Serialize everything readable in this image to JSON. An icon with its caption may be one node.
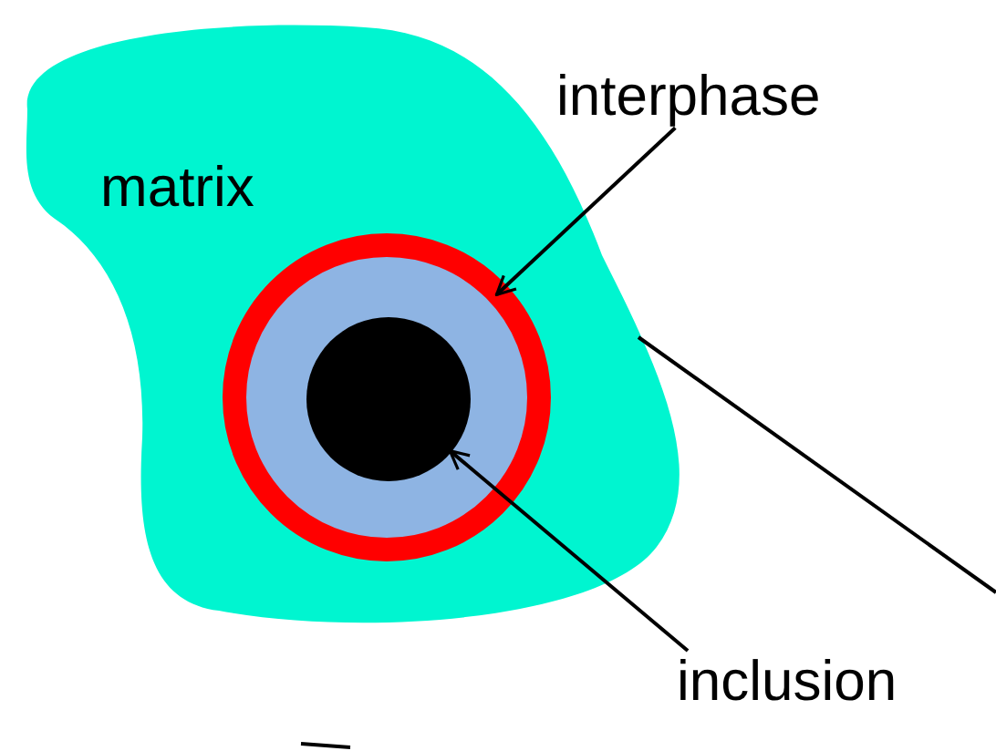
{
  "diagram": {
    "nodes": [
      {
        "text": [
          "matrix"
        ]
      },
      {
        "text": [
          "interphase"
        ]
      },
      {
        "text": [],
        "shape": "circle",
        "in": 0
      },
      {
        "text": [
          "inclusion"
        ]
      },
      {
        "text": [],
        "shape": "circle",
        "in": 2
      }
    ],
    "edges": [
      {
        "from": 1,
        "to": 2,
        "arrow": "to"
      },
      {
        "from": 3,
        "to": 4,
        "arrow": "to"
      },
      {
        "from": 0,
        "to": null,
        "arrow": "none"
      }
    ]
  }
}
